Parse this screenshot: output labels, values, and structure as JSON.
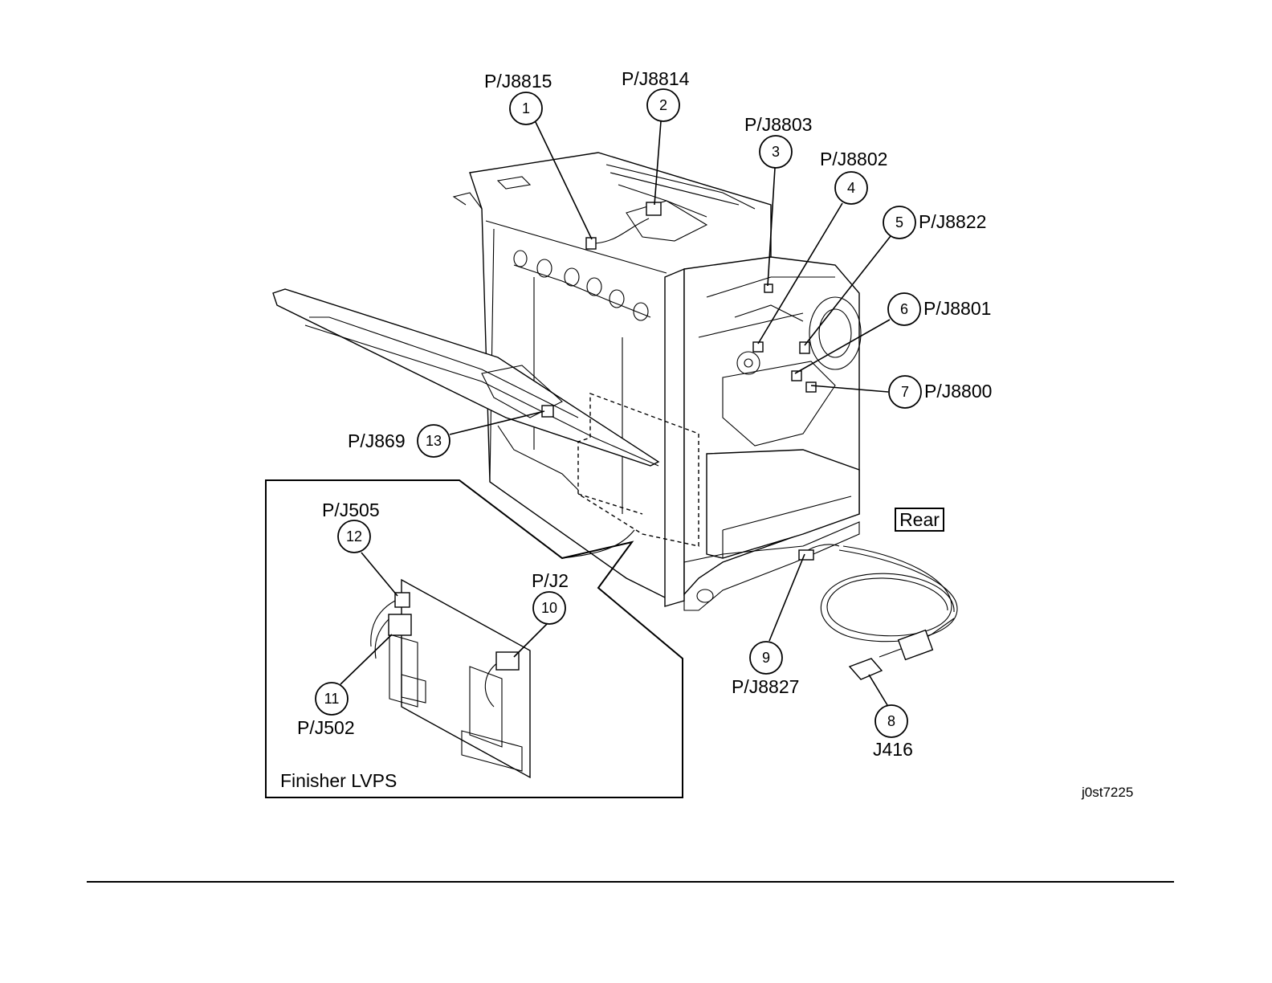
{
  "callouts": [
    {
      "num": "1",
      "label": "P/J8815"
    },
    {
      "num": "2",
      "label": "P/J8814"
    },
    {
      "num": "3",
      "label": "P/J8803"
    },
    {
      "num": "4",
      "label": "P/J8802"
    },
    {
      "num": "5",
      "label": "P/J8822"
    },
    {
      "num": "6",
      "label": "P/J8801"
    },
    {
      "num": "7",
      "label": "P/J8800"
    },
    {
      "num": "8",
      "label": "J416"
    },
    {
      "num": "9",
      "label": "P/J8827"
    },
    {
      "num": "10",
      "label": "P/J2"
    },
    {
      "num": "11",
      "label": "P/J502"
    },
    {
      "num": "12",
      "label": "P/J505"
    },
    {
      "num": "13",
      "label": "P/J869"
    }
  ],
  "inset_title": "Finisher LVPS",
  "rear_label": "Rear",
  "figure_id": "j0st7225"
}
